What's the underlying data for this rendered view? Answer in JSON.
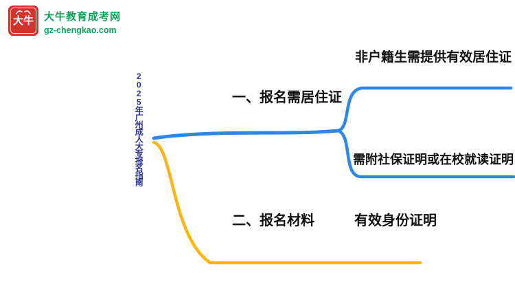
{
  "logo": {
    "icon_text": "大牛",
    "site_name": "大牛教育成考网",
    "site_url": "gz-chengkao.com"
  },
  "mindmap": {
    "root": {
      "label": "2025年广州成人大专报名指南"
    },
    "branches": [
      {
        "label": "一、报名需居住证",
        "color": "#2e87e5",
        "children": [
          {
            "label": "非户籍生需提供有效居住证"
          },
          {
            "label": "需附社保证明或在校就读证明"
          }
        ]
      },
      {
        "label": "二、报名材料",
        "color": "#fdb515",
        "children": [
          {
            "label": "有效身份证明"
          }
        ]
      }
    ]
  },
  "colors": {
    "logo_red": "#d0342c",
    "brand_green": "#10a05a",
    "branch_blue": "#2e87e5",
    "branch_orange": "#fdb515",
    "root_text": "#2f3795",
    "node_text": "#111111",
    "background": "#ffffff"
  }
}
